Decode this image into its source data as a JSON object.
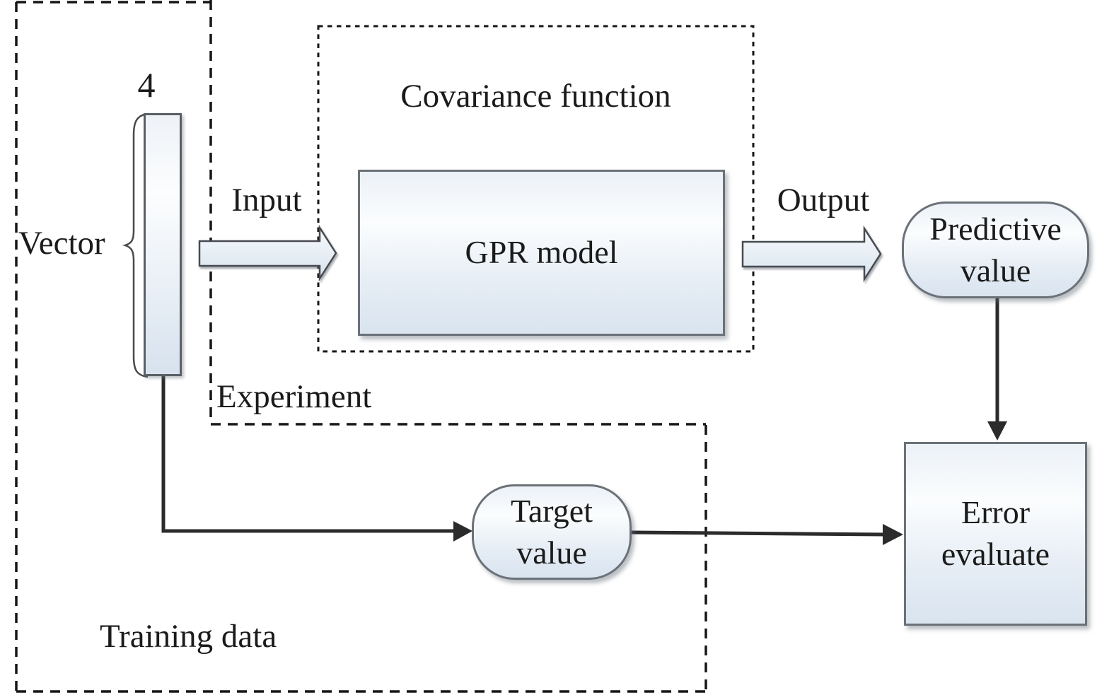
{
  "labels": {
    "vector_count": "4",
    "vector": "Vector",
    "input": "Input",
    "output": "Output",
    "covariance_function": "Covariance function",
    "experiment": "Experiment",
    "training_data": "Training data"
  },
  "nodes": {
    "gpr_model": {
      "label": "GPR model"
    },
    "predictive_value": {
      "label": "Predictive value"
    },
    "target_value": {
      "label": "Target value"
    },
    "error_evaluate": {
      "label": "Error evaluate"
    }
  },
  "colors": {
    "node_fill_top": "#ecf1f7",
    "node_fill_bottom": "#d9e4ef",
    "node_border": "#6b7178",
    "dashed_border": "#161616",
    "connector": "#2b2b2b",
    "background": "#ffffff"
  }
}
